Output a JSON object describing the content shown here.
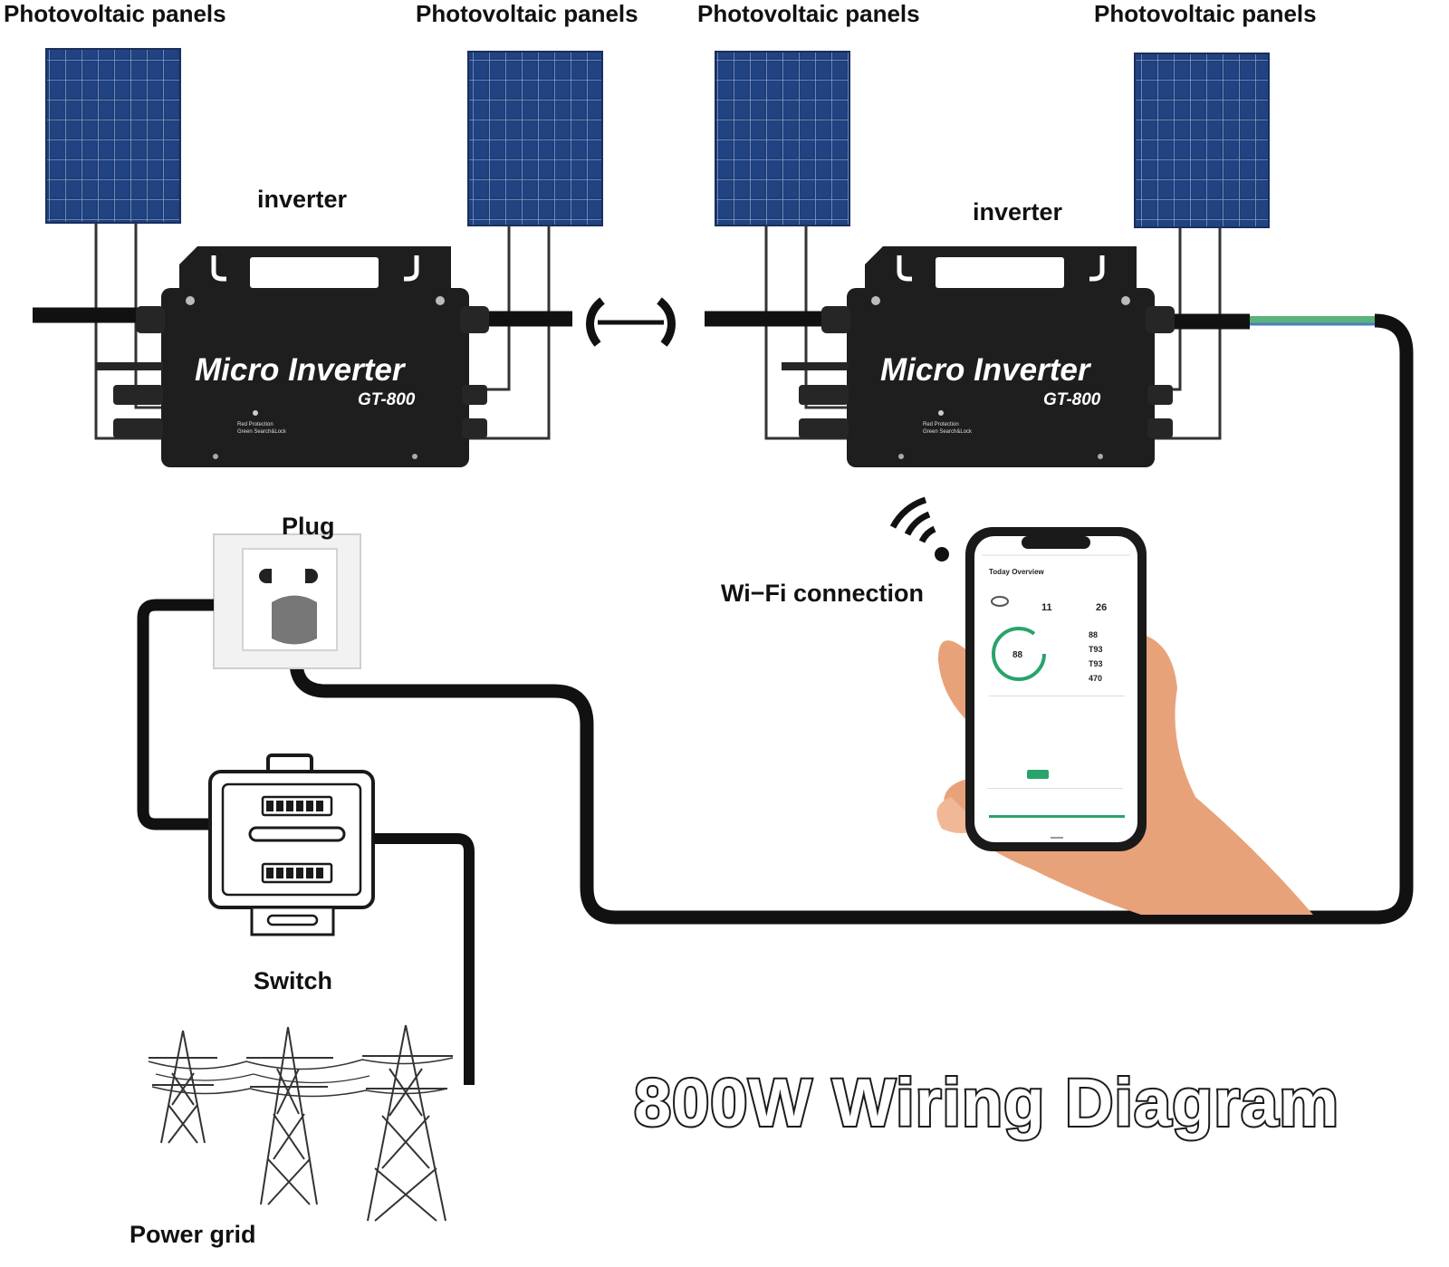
{
  "labels": {
    "panels": [
      "Photovoltaic panels",
      "Photovoltaic panels",
      "Photovoltaic panels",
      "Photovoltaic panels"
    ],
    "inverter_left": "inverter",
    "inverter_right": "inverter",
    "plug": "Plug",
    "wifi": "Wi−Fi connection",
    "switch": "Switch",
    "power_grid": "Power grid"
  },
  "inverters": [
    {
      "brand": "Micro Inverter",
      "model": "GT-800",
      "led_line1": "Red Protection",
      "led_line2": "Green  Search&Lock"
    },
    {
      "brand": "Micro Inverter",
      "model": "GT-800",
      "led_line1": "Red Protection",
      "led_line2": "Green  Search&Lock"
    }
  ],
  "title": "800W Wiring Diagram",
  "phone": {
    "app_title": "Today Overview",
    "generation": "11",
    "temperature": "26",
    "gauge_value": "88",
    "stats": [
      "88",
      "T93",
      "T93",
      "470"
    ]
  },
  "colors": {
    "panel_cell": "#1d3a73",
    "inverter_body": "#1e1e1e",
    "cable": "#111111",
    "ground_wire": "#5bb27a",
    "app_accent": "#2aa36b"
  }
}
